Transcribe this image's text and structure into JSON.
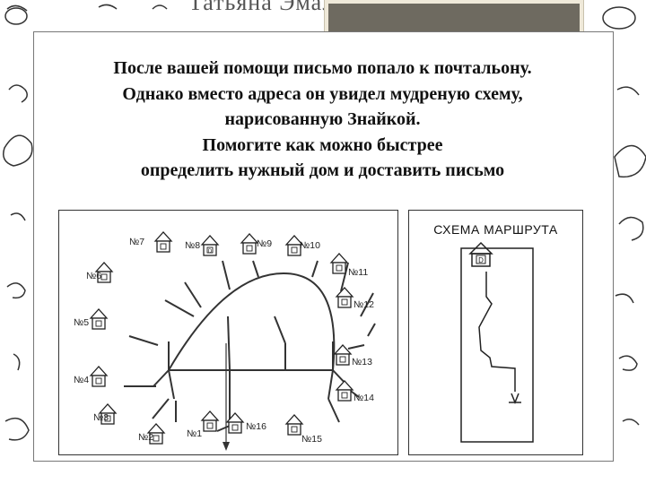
{
  "header": {
    "partial_title": "Татьяна Эмал"
  },
  "task": {
    "lines": [
      "После вашей помощи письмо попало к почтальону.",
      "Однако вместо адреса он увидел мудреную схему,",
      "нарисованную Знайкой.",
      "Помогите как можно быстрее",
      "определить нужный дом и доставить письмо"
    ]
  },
  "map": {
    "houses": [
      "№1",
      "№2",
      "№3",
      "№4",
      "№5",
      "№6",
      "№7",
      "№8",
      "№9",
      "№10",
      "№11",
      "№12",
      "№13",
      "№14",
      "№15",
      "№16"
    ],
    "house_letter": "D"
  },
  "route": {
    "title": "СХЕМА МАРШРУТА",
    "house_letter": "D"
  }
}
